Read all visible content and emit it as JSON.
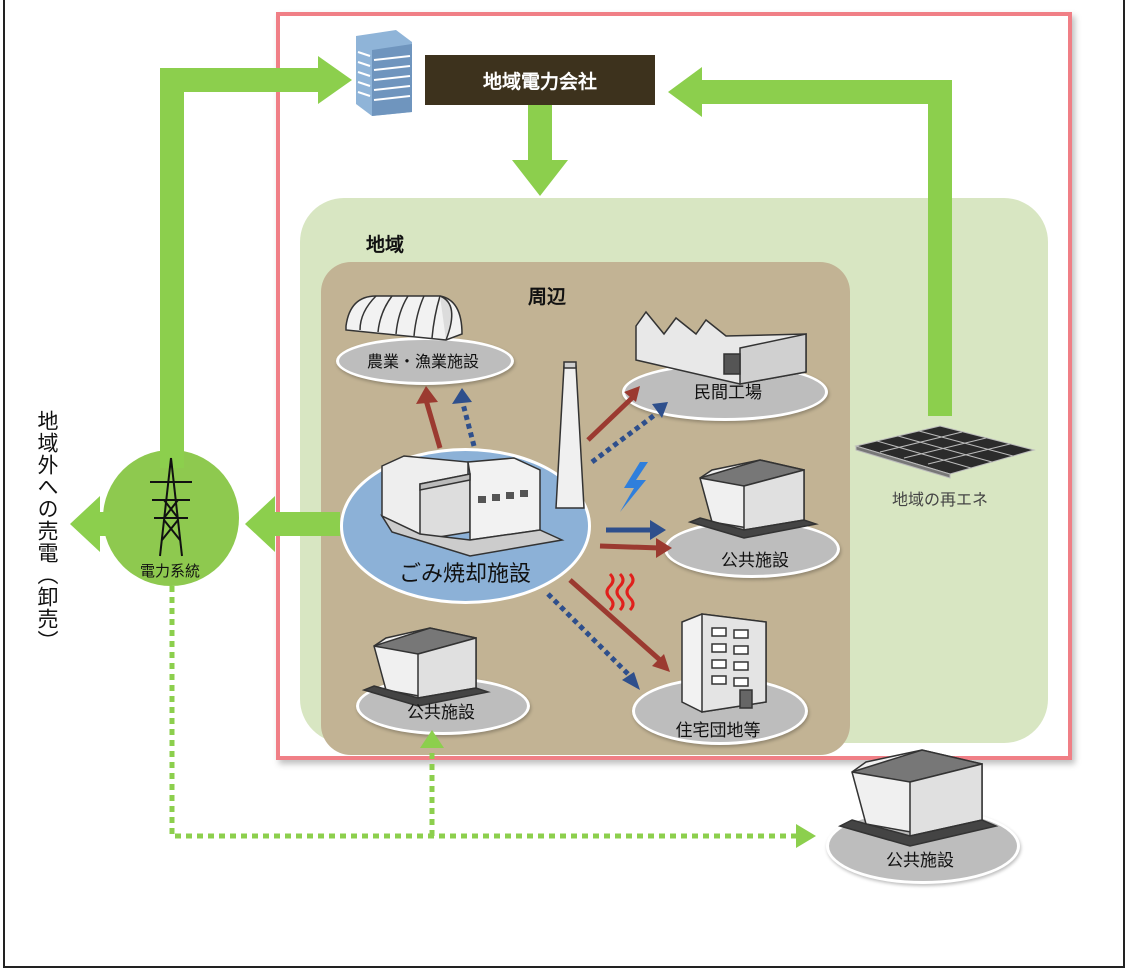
{
  "title_company": "地域電力会社",
  "area_region": "地域",
  "area_vicinity": "周辺",
  "facilities": {
    "agri_fish": "農業・漁業施設",
    "private_factory": "民間工場",
    "public_inner_right": "公共施設",
    "public_inner_left": "公共施設",
    "housing": "住宅団地等",
    "public_outer": "公共施設",
    "incinerator": "ごみ焼却施設"
  },
  "renewable": "地域の再エネ",
  "grid": "電力系統",
  "outside_sale": "地域外への売電（卸売）",
  "colors": {
    "frame": "#f07f86",
    "region": "#d8e6c2",
    "vicinity": "#c2b394",
    "green_arrow": "#8ccf4d",
    "red_arrow": "#9b3a30",
    "blue_arrow": "#2e4f8c",
    "company_box": "#3d321d"
  },
  "icons": [
    "office-building-icon",
    "greenhouse-icon",
    "factory-icon",
    "public-building-icon",
    "apartment-icon",
    "solar-panel-icon",
    "transmission-tower-icon",
    "incinerator-icon",
    "lightning-icon",
    "heat-icon"
  ]
}
